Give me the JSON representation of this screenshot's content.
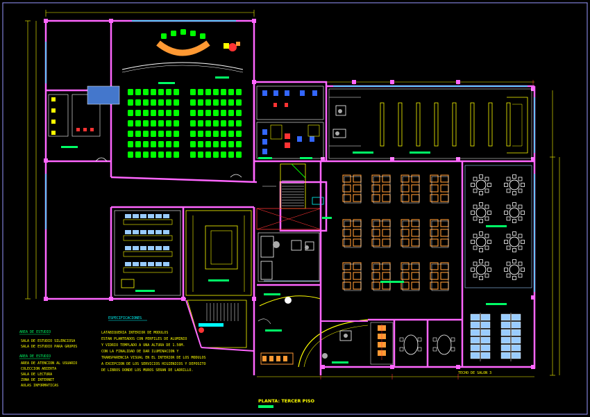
{
  "drawing": {
    "title": "PLANTA: TERCER PISO",
    "terrace_label": "TECHO DE SALON 3"
  },
  "legend_left": {
    "section1_title": "AREA DE ESTUDIO",
    "section1_items": [
      "SALA DE ESTUDIO SILENCIOSA",
      "SALA DE ESTUDIO PARA GRUPOS"
    ],
    "section2_title": "AREA DE ESTUDIO",
    "section2_items": [
      "AREA DE ATENCION AL USUARIO",
      "COLECCION ABIERTA",
      "SALA DE LECTURA",
      "ZONA DE INTERNET",
      "AULAS INFORMATICAS"
    ]
  },
  "specs": {
    "title": "ESPECIFICACIONES",
    "lines": [
      "LATABIQUERIA INTERIOR DE MODULOS",
      "ESTAN PLANTEADOS CON PERFILES DE ALUMINIO",
      "Y VIDRIO TEMPLADO A UNA ALTURA DE 1.50M.",
      "CON LA FINALIDAD DE DAR ILUMINACION Y",
      "TRANSPARENCIA VISUAL EN EL INTERIOR DE LOS MODULOS",
      "A EXCEPCION DE LOS SERVICIOS HIGIENICOS Y DEPOSITO",
      "DE LIBROS DONDE LOS MUROS SERAN DE LADRILLO."
    ]
  },
  "colors": {
    "background": "#000000",
    "wall": "#ff66ff",
    "seat_green": "#00ff00",
    "furniture_orange": "#ff9933",
    "window_cyan": "#00ffff",
    "dimension_yellow": "#ffff00",
    "text_green": "#00ff66",
    "door_red": "#ff3333",
    "furniture_white": "#ffffff",
    "lab_blue": "#99ccff",
    "service_blue": "#3366ff"
  }
}
